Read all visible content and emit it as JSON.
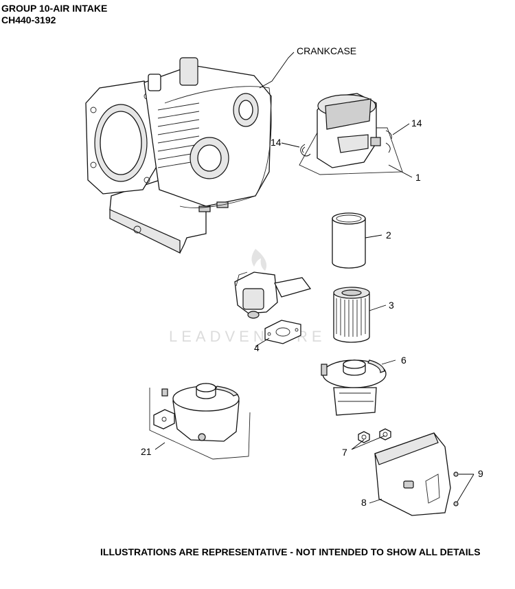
{
  "header": {
    "title": "GROUP 10-AIR INTAKE",
    "model": "CH440-3192"
  },
  "footer": {
    "note": "ILLUSTRATIONS ARE REPRESENTATIVE - NOT INTENDED TO SHOW ALL DETAILS"
  },
  "watermark": "LEADVENTURE",
  "callouts": {
    "crankcase": "CRANKCASE",
    "c1": "1",
    "c2": "2",
    "c3": "3",
    "c4": "4",
    "c6": "6",
    "c7": "7",
    "c8": "8",
    "c9": "9",
    "c14_left": "14",
    "c14_right": "14",
    "c21": "21"
  }
}
